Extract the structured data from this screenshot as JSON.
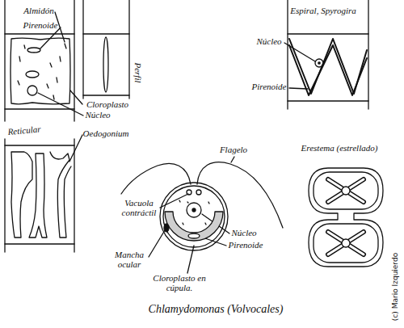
{
  "diagram": {
    "labels": [
      "Almidón",
      "Pirenoide",
      "Perfil",
      "Cloroplasto",
      "Núcleo",
      "Reticular",
      "Oedogonium",
      "Espiral, Spyrogira",
      "Núcleo",
      "Pirenoide",
      "Erestema (estrellado)",
      "Flagelo",
      "Vacuola contráctil",
      "Mancha ocular",
      "Núcleo",
      "Pirenoide",
      "Cloroplasto en cúpula.",
      "Chlamydomonas (Volvocales)",
      "(c) Mario Izquierdo"
    ]
  }
}
